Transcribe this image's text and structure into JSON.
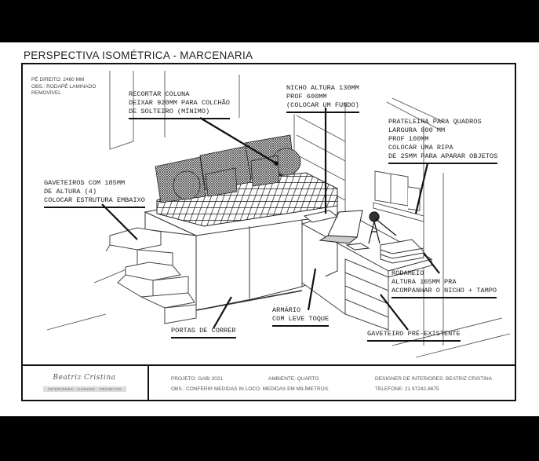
{
  "page": {
    "title": "PERSPECTIVA  ISOMÉTRICA  - MARCENARIA"
  },
  "notes": {
    "lines": [
      "PÉ DIREITO: 2460 MM",
      "OBS.: RODAPÉ LAMINADO",
      "REMOVÍVEL"
    ]
  },
  "callouts": {
    "recortar_coluna": [
      "RECORTAR COLUNA",
      "DEIXAR 920MM PARA COLCHÃO",
      "DE SOLTEIRO (MÍNIMO)"
    ],
    "nicho": [
      "NICHO ALTURA 130MM",
      "PROF 600MM",
      "(COLOCAR UM FUNDO)"
    ],
    "prateleira": [
      "PRATELEIRA PARA QUADROS",
      "LARGURA 800 MM",
      "PROF 100MM",
      "COLOCAR UMA RIPA",
      "DE 25MM PARA APARAR OBJETOS"
    ],
    "gaveteiros": [
      "GAVETEIROS COM 185MM",
      "DE ALTURA (4)",
      "COLOCAR ESTRUTURA EMBAIXO"
    ],
    "rodameio": [
      "RODAMEIO",
      "ALTURA 165MM PRA",
      "ACOMPANHAR O NICHO + TAMPO"
    ],
    "armario": [
      "ARMÁRIO",
      "COM LEVE TOQUE"
    ],
    "portas": [
      "PORTAS DE CORRER"
    ],
    "gaveteiro_pre": [
      "GAVETEIRO PRÉ-EXISTENTE"
    ]
  },
  "footer": {
    "logo_name": "Beatriz Cristina",
    "logo_tagline": "INTERIORES · CURSOS · PROJETOS",
    "projeto": "PROJETO: GABI 2021",
    "ambiente": "AMBIENTE: QUARTO",
    "obs": "OBS.: CONFERIR MEDIDAS IN LOCO. MEDIDAS EM MILÍMETROS.",
    "designer": "DESIGNER DE INTERIORES: BEATRIZ CRISTINA",
    "telefone": "TELEFONE:  21 97242-8675"
  }
}
